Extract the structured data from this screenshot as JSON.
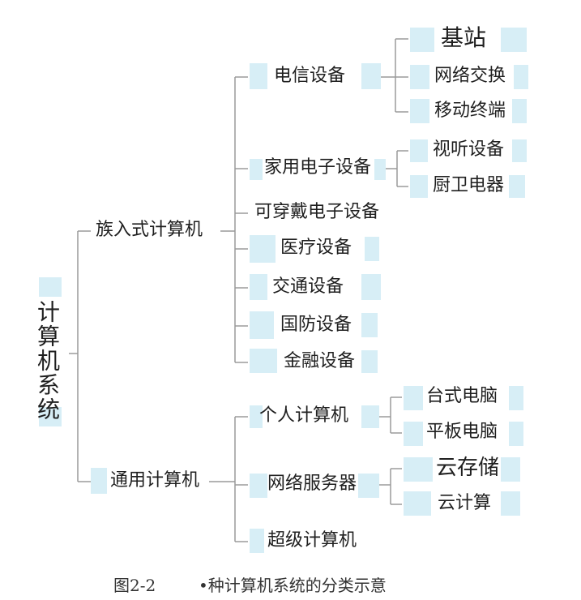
{
  "diagram": {
    "root": "计算机系统",
    "branches": [
      {
        "label": "族入式计算机",
        "children": [
          {
            "label": "电信设备",
            "children": [
              "基站",
              "网络交换",
              "移动终端"
            ]
          },
          {
            "label": "家用电子设备",
            "children": [
              "视听设备",
              "厨卫电器"
            ]
          },
          {
            "label": "可穿戴电子设备"
          },
          {
            "label": "医疗设备"
          },
          {
            "label": "交通设备"
          },
          {
            "label": "国防设备"
          },
          {
            "label": "金融设备"
          }
        ]
      },
      {
        "label": "通用计算机",
        "children": [
          {
            "label": "个人计算机",
            "children": [
              "台式电脑",
              "平板电脑"
            ]
          },
          {
            "label": "网络服务器",
            "children": [
              "云存储",
              "云计算"
            ]
          },
          {
            "label": "超级计算机"
          }
        ]
      }
    ]
  },
  "caption": {
    "figure_number": "图2-2",
    "text": "•种计算机系统的分类示意"
  },
  "colors": {
    "line": "#9a9a9a",
    "decoration": "#d3ecf5",
    "text": "#1f1f1f"
  }
}
